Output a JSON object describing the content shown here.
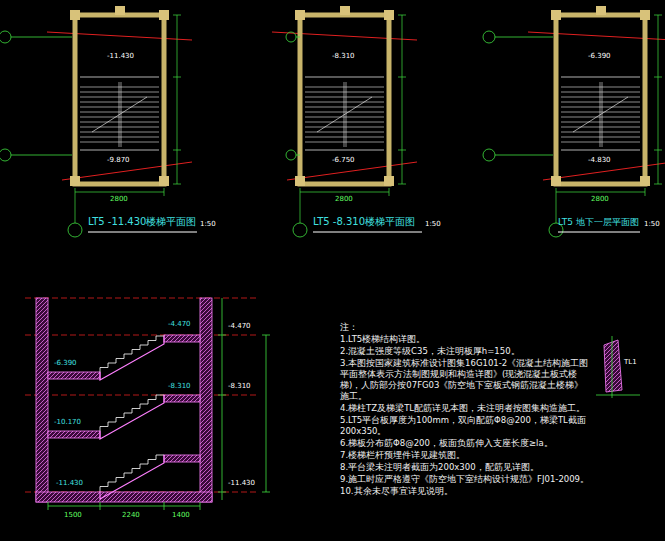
{
  "diagram": {
    "labels": [
      "LT5 -11.430楼梯平面图",
      "1:50",
      "LT5 -8.310楼梯平面图",
      "1:50",
      "LT5 地下一层平面图",
      "1:50",
      "-11.430",
      "-9.870",
      "2800",
      "-8.310",
      "-6.750",
      "2800",
      "-6.390",
      "-4.830",
      "2800",
      "-4.470",
      "-6.390",
      "-8.310",
      "-10.170",
      "-11.430",
      "-4.470",
      "-8.310",
      "-11.430",
      "1500",
      "2240",
      "1400",
      "注：",
      "1.LT5楼梯结构详图。",
      "2.混凝土强度等级C35，未注明板厚h=150。",
      "3.本图按国家建筑标准设计图集16G101-2《混凝土结构施工图平面整体表示方法制图规则和构造详图》(现浇混凝土板式楼梯)，人防部分按07FG03《防空地下室板式钢筋混凝土楼梯》施工。",
      "4.梯柱TZ及梯梁TL配筋详见本图，未注明者按图集构造施工。",
      "5.LT5平台板厚度为100mm，双向配筋Φ8@200，梯梁TL截面200x350。",
      "6.梯板分布筋Φ8@200，板面负筋伸入支座长度≥la。",
      "7.楼梯栏杆预埋件详见建筑图。",
      "8.平台梁未注明者截面为200x300，配筋见详图。",
      "9.施工时应严格遵守《防空地下室结构设计规范》FJ01-2009。",
      "10.其余未尽事宜详见说明。",
      "TL1"
    ]
  }
}
